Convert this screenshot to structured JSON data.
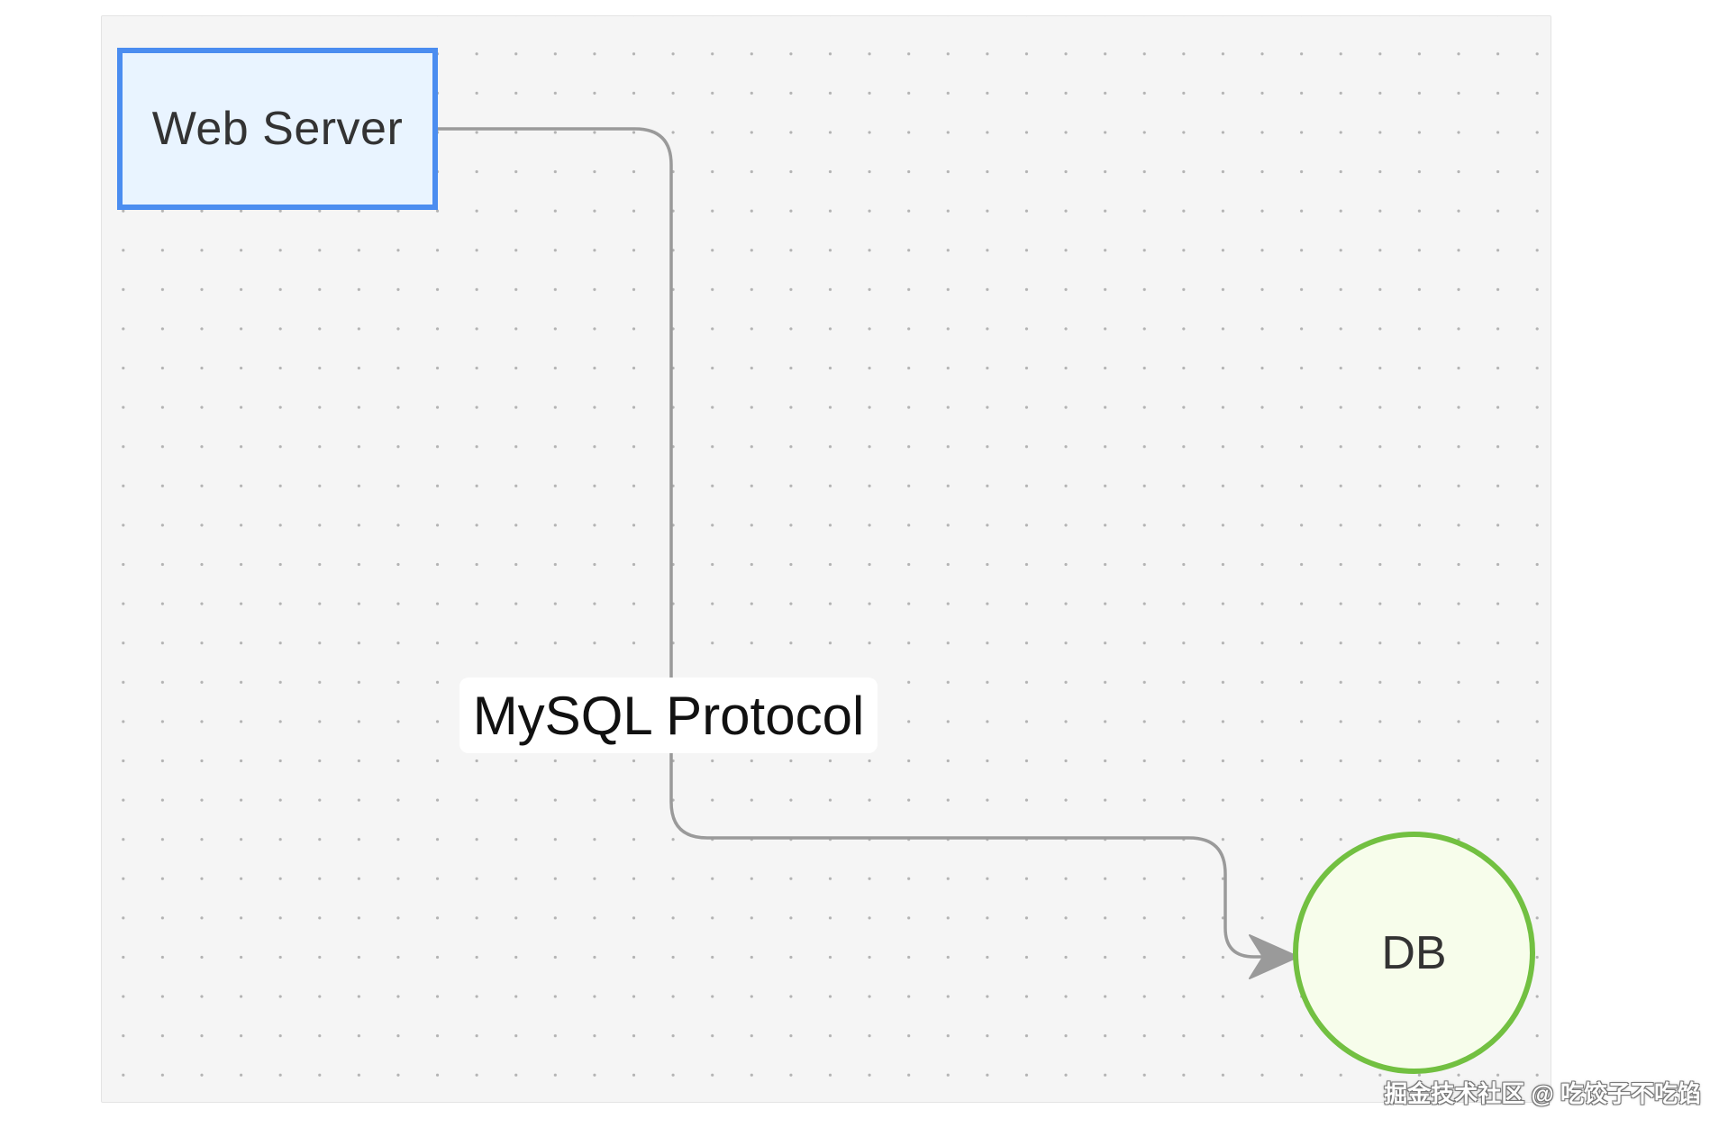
{
  "diagram": {
    "nodes": {
      "web_server": {
        "label": "Web Server",
        "shape": "rectangle",
        "fill": "#e9f4ff",
        "stroke": "#4b8df0"
      },
      "db": {
        "label": "DB",
        "shape": "circle",
        "fill": "#f7fdeb",
        "stroke": "#72c041"
      }
    },
    "edges": [
      {
        "from": "Web Server",
        "to": "DB",
        "label": "MySQL Protocol",
        "color": "#9a9a9a",
        "arrow": "end"
      }
    ],
    "background": {
      "color": "#f5f5f5",
      "pattern": "dot-grid",
      "dot_color": "#b3b3b3"
    }
  },
  "watermark": "掘金技术社区 @ 吃饺子不吃馅"
}
